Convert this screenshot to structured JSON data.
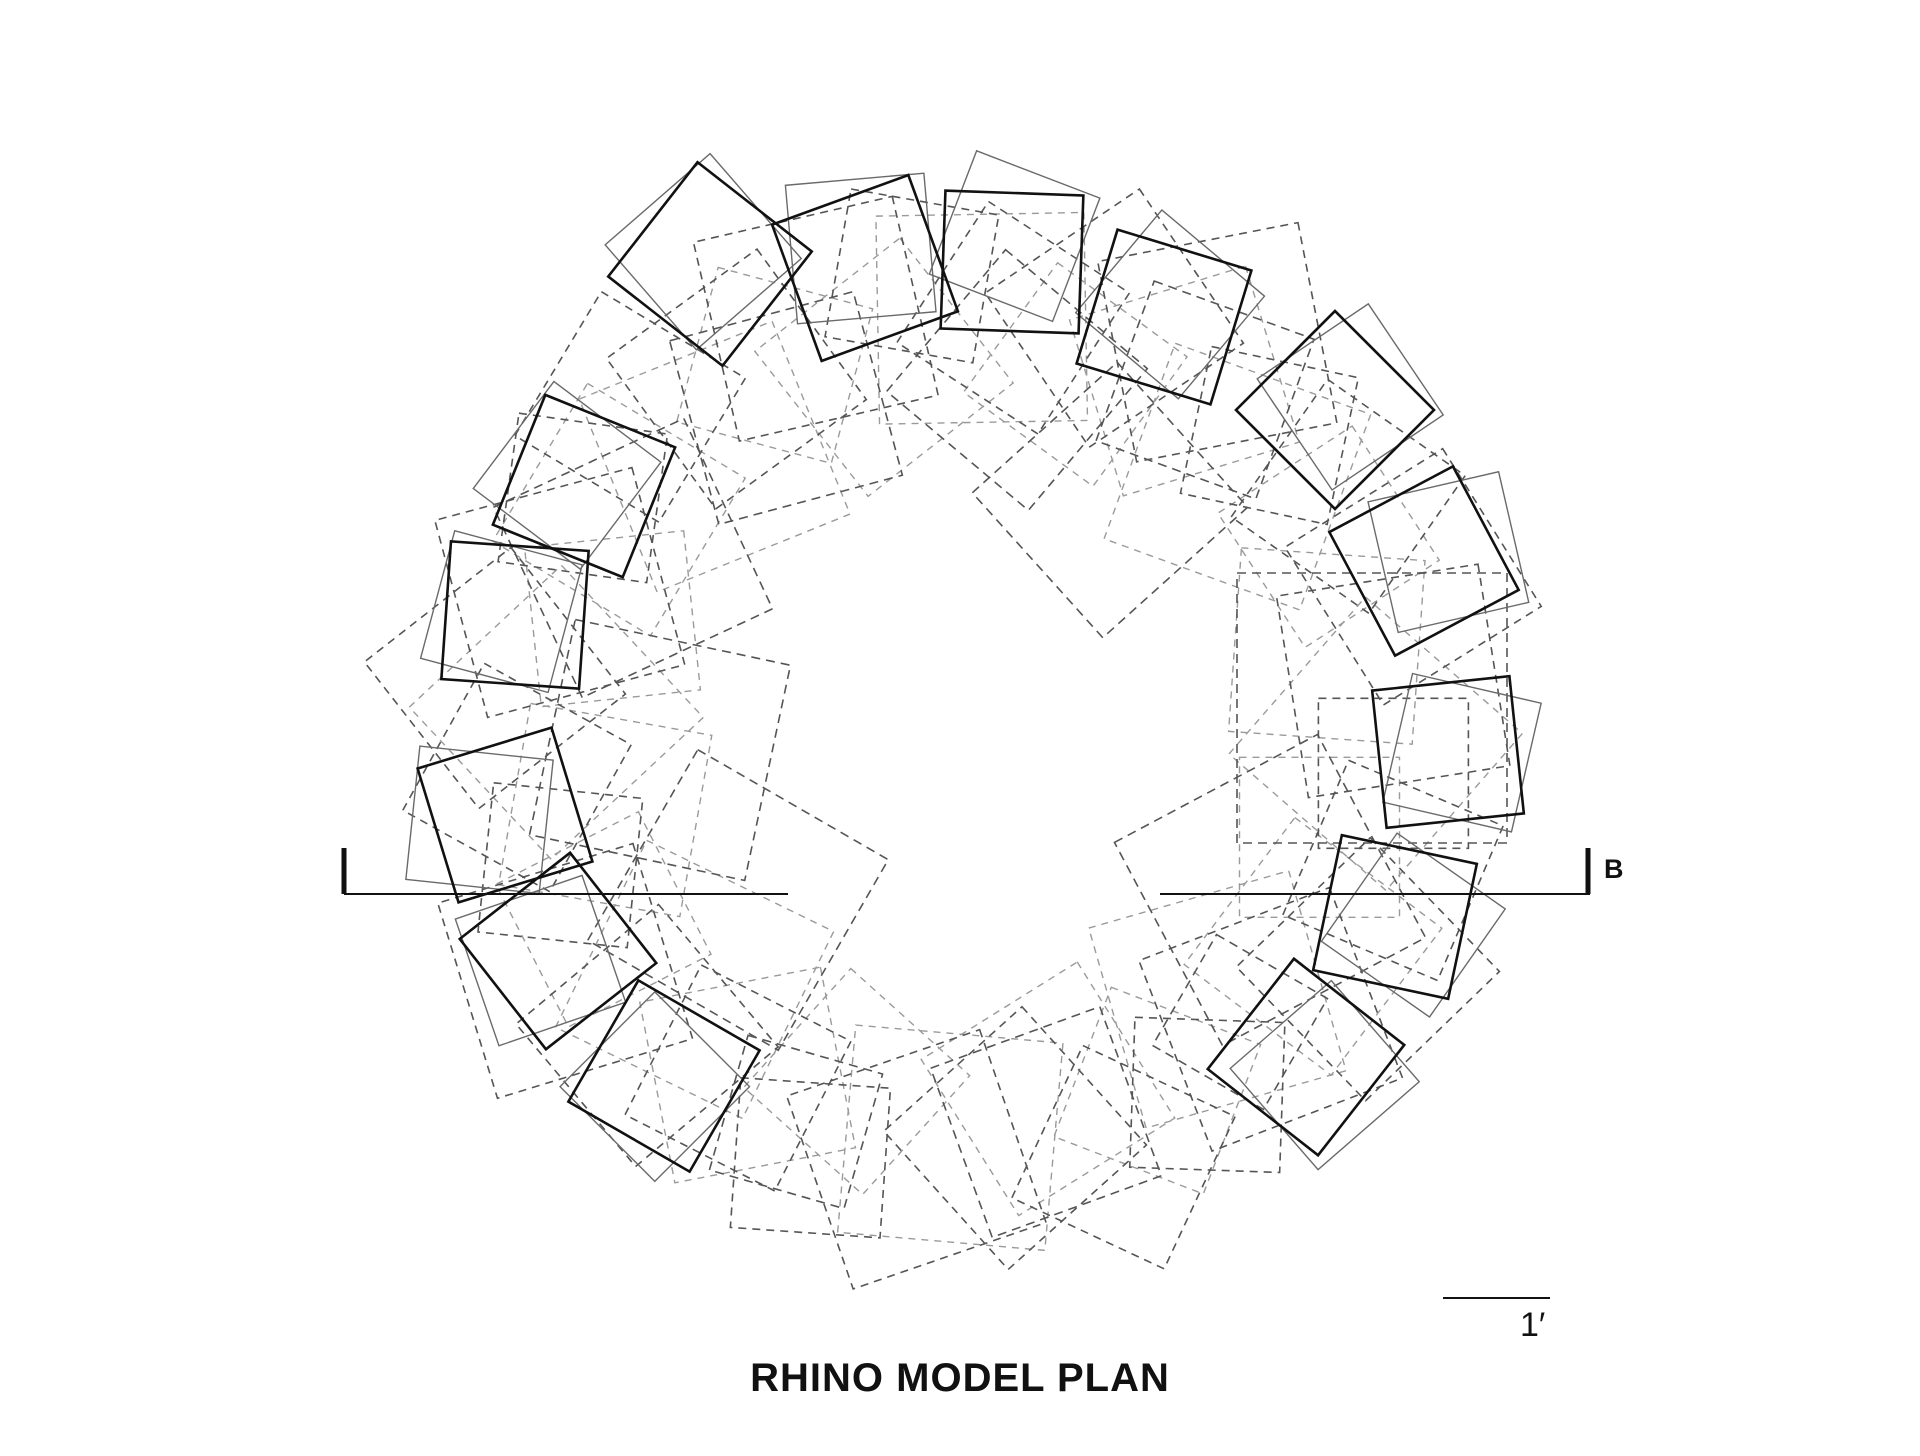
{
  "drawing": {
    "title": "RHINO MODEL PLAN",
    "section_marker": "B",
    "scale_bar_label": "1′"
  },
  "diagram": {
    "ring": {
      "outline_module_count": 14,
      "hidden_line_style": "dashed",
      "module_shape": "square"
    },
    "colors": {
      "ink": "#111111",
      "hidden_line": "#555555",
      "faint_hidden_line": "#9a9a9a",
      "background": "#ffffff"
    }
  }
}
